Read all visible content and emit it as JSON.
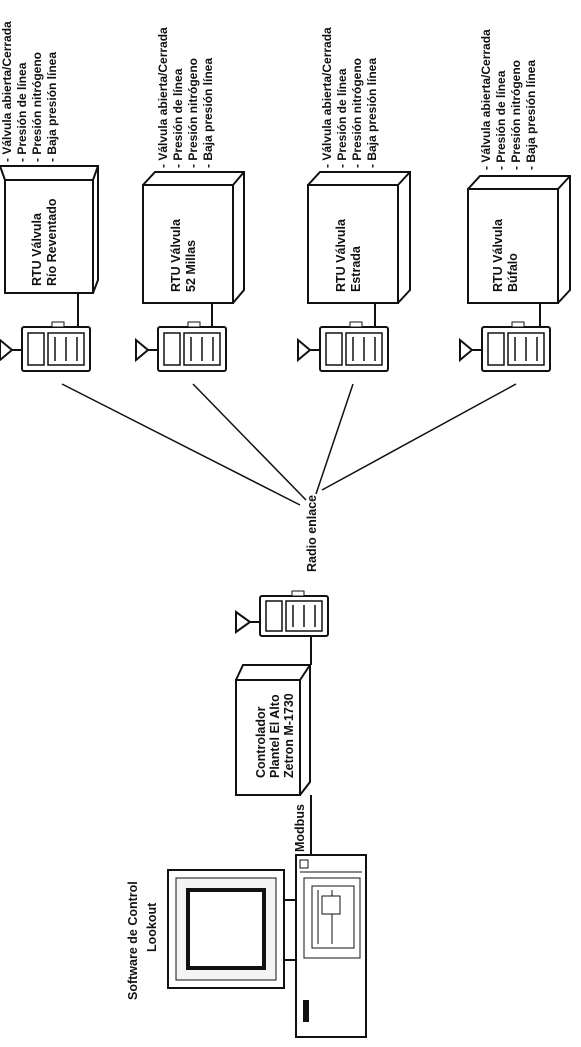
{
  "software": {
    "title_line1": "Software de Control",
    "title_line2": "Lookout"
  },
  "link_modbus": "Modbus",
  "controller": {
    "line1": "Controlador",
    "line2": "Plantel El Alto",
    "line3": "Zetron M-1730"
  },
  "radio_link": "Radio enlace",
  "rtus": [
    {
      "line1": "RTU Válvula",
      "line2": "Río Reventado",
      "signals": [
        "- Válvula abierta/Cerrada",
        "- Presión de línea",
        "- Presión nitrógeno",
        "- Baja presión línea"
      ]
    },
    {
      "line1": "RTU Válvula",
      "line2": "52 Millas",
      "signals": [
        "- Válvula abierta/Cerrada",
        "- Presión de línea",
        "- Presión nitrógeno",
        "- Baja presión línea"
      ]
    },
    {
      "line1": "RTU Válvula",
      "line2": "Estrada",
      "signals": [
        "- Válvula abierta/Cerrada",
        "- Presión de línea",
        "- Presión nitrógeno",
        "- Baja presión línea"
      ]
    },
    {
      "line1": "RTU Válvula",
      "line2": "Búfalo",
      "signals": [
        "- Válvula abierta/Cerrada",
        "- Presión de línea",
        "- Presión nitrógeno",
        "- Baja presión línea"
      ]
    }
  ]
}
